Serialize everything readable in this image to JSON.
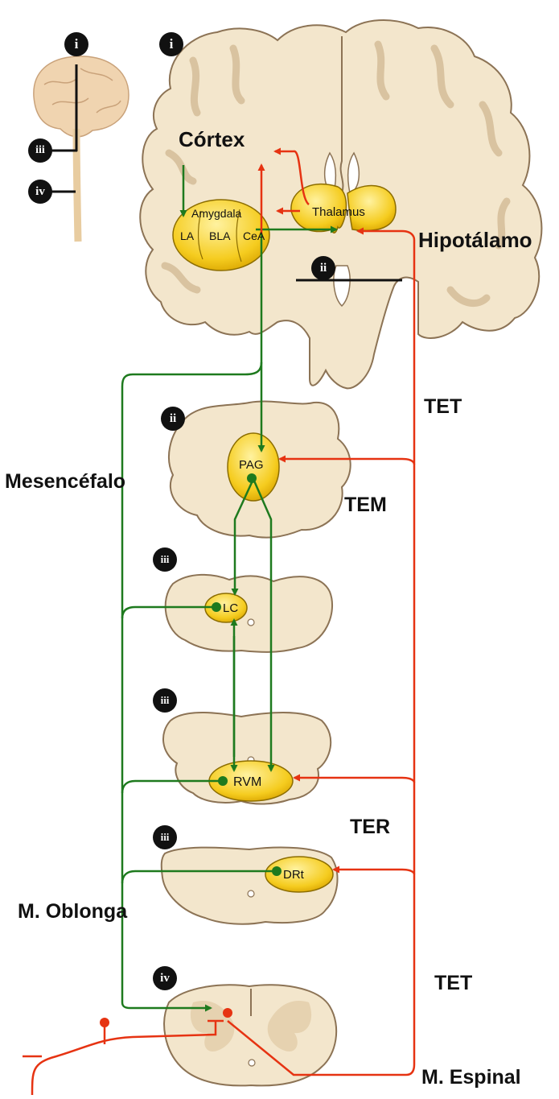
{
  "labels": {
    "cortex": "Córtex",
    "hipotalamo": "Hipotálamo",
    "tet_top": "TET",
    "mesencefalo": "Mesencéfalo",
    "tem": "TEM",
    "ter": "TER",
    "m_oblonga": "M. Oblonga",
    "tet_bottom": "TET",
    "m_espinal": "M. Espinal"
  },
  "nuclei": {
    "amygdala": "Amygdala",
    "la": "LA",
    "bla": "BLA",
    "cea": "CeA",
    "thalamus": "Thalamus",
    "pag": "PAG",
    "lc": "LC",
    "rvm": "RVM",
    "drt": "DRt"
  },
  "section_markers": {
    "inset_i": "i",
    "inset_iii": "iii",
    "inset_iv": "iv",
    "brain_i": "i",
    "brain_ii": "ii",
    "section_ii": "ii",
    "section_iii_a": "iii",
    "section_iii_b": "iii",
    "section_iii_c": "iii",
    "section_iv": "iv"
  },
  "colors": {
    "descending_pathway": "#1e7a1e",
    "ascending_pathway": "#e63312",
    "nucleus_fill": "#f5cc1f",
    "tissue_fill": "#f3e6cc",
    "gray_matter": "#d9c3a0",
    "outline": "#8c7355"
  }
}
